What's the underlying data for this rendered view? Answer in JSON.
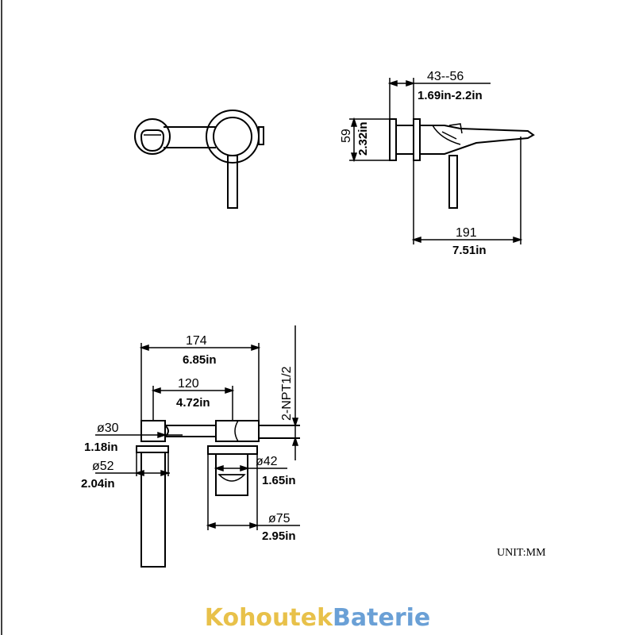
{
  "dimensions": {
    "side_depth_mm": "43--56",
    "side_depth_in": "1.69in-2.2in",
    "side_height_mm": "59",
    "side_height_in": "2.32in",
    "spout_length_mm": "191",
    "spout_length_in": "7.51in",
    "overall_width_mm": "174",
    "overall_width_in": "6.85in",
    "center_distance_mm": "120",
    "center_distance_in": "4.72in",
    "thread": "2-NPT1/2",
    "spout_dia_mm": "ø30",
    "spout_dia_in": "1.18in",
    "spout_flange_mm": "ø52",
    "spout_flange_in": "2.04in",
    "handle_dia_mm": "ø42",
    "handle_dia_in": "1.65in",
    "valve_flange_mm": "ø75",
    "valve_flange_in": "2.95in"
  },
  "unit_label": "UNIT:MM",
  "brand": {
    "part1": "Kohoutek",
    "part2": "Baterie"
  },
  "colors": {
    "line": "#000000",
    "brand_yellow": "#e8c14a",
    "brand_blue": "#6aa0d6"
  }
}
